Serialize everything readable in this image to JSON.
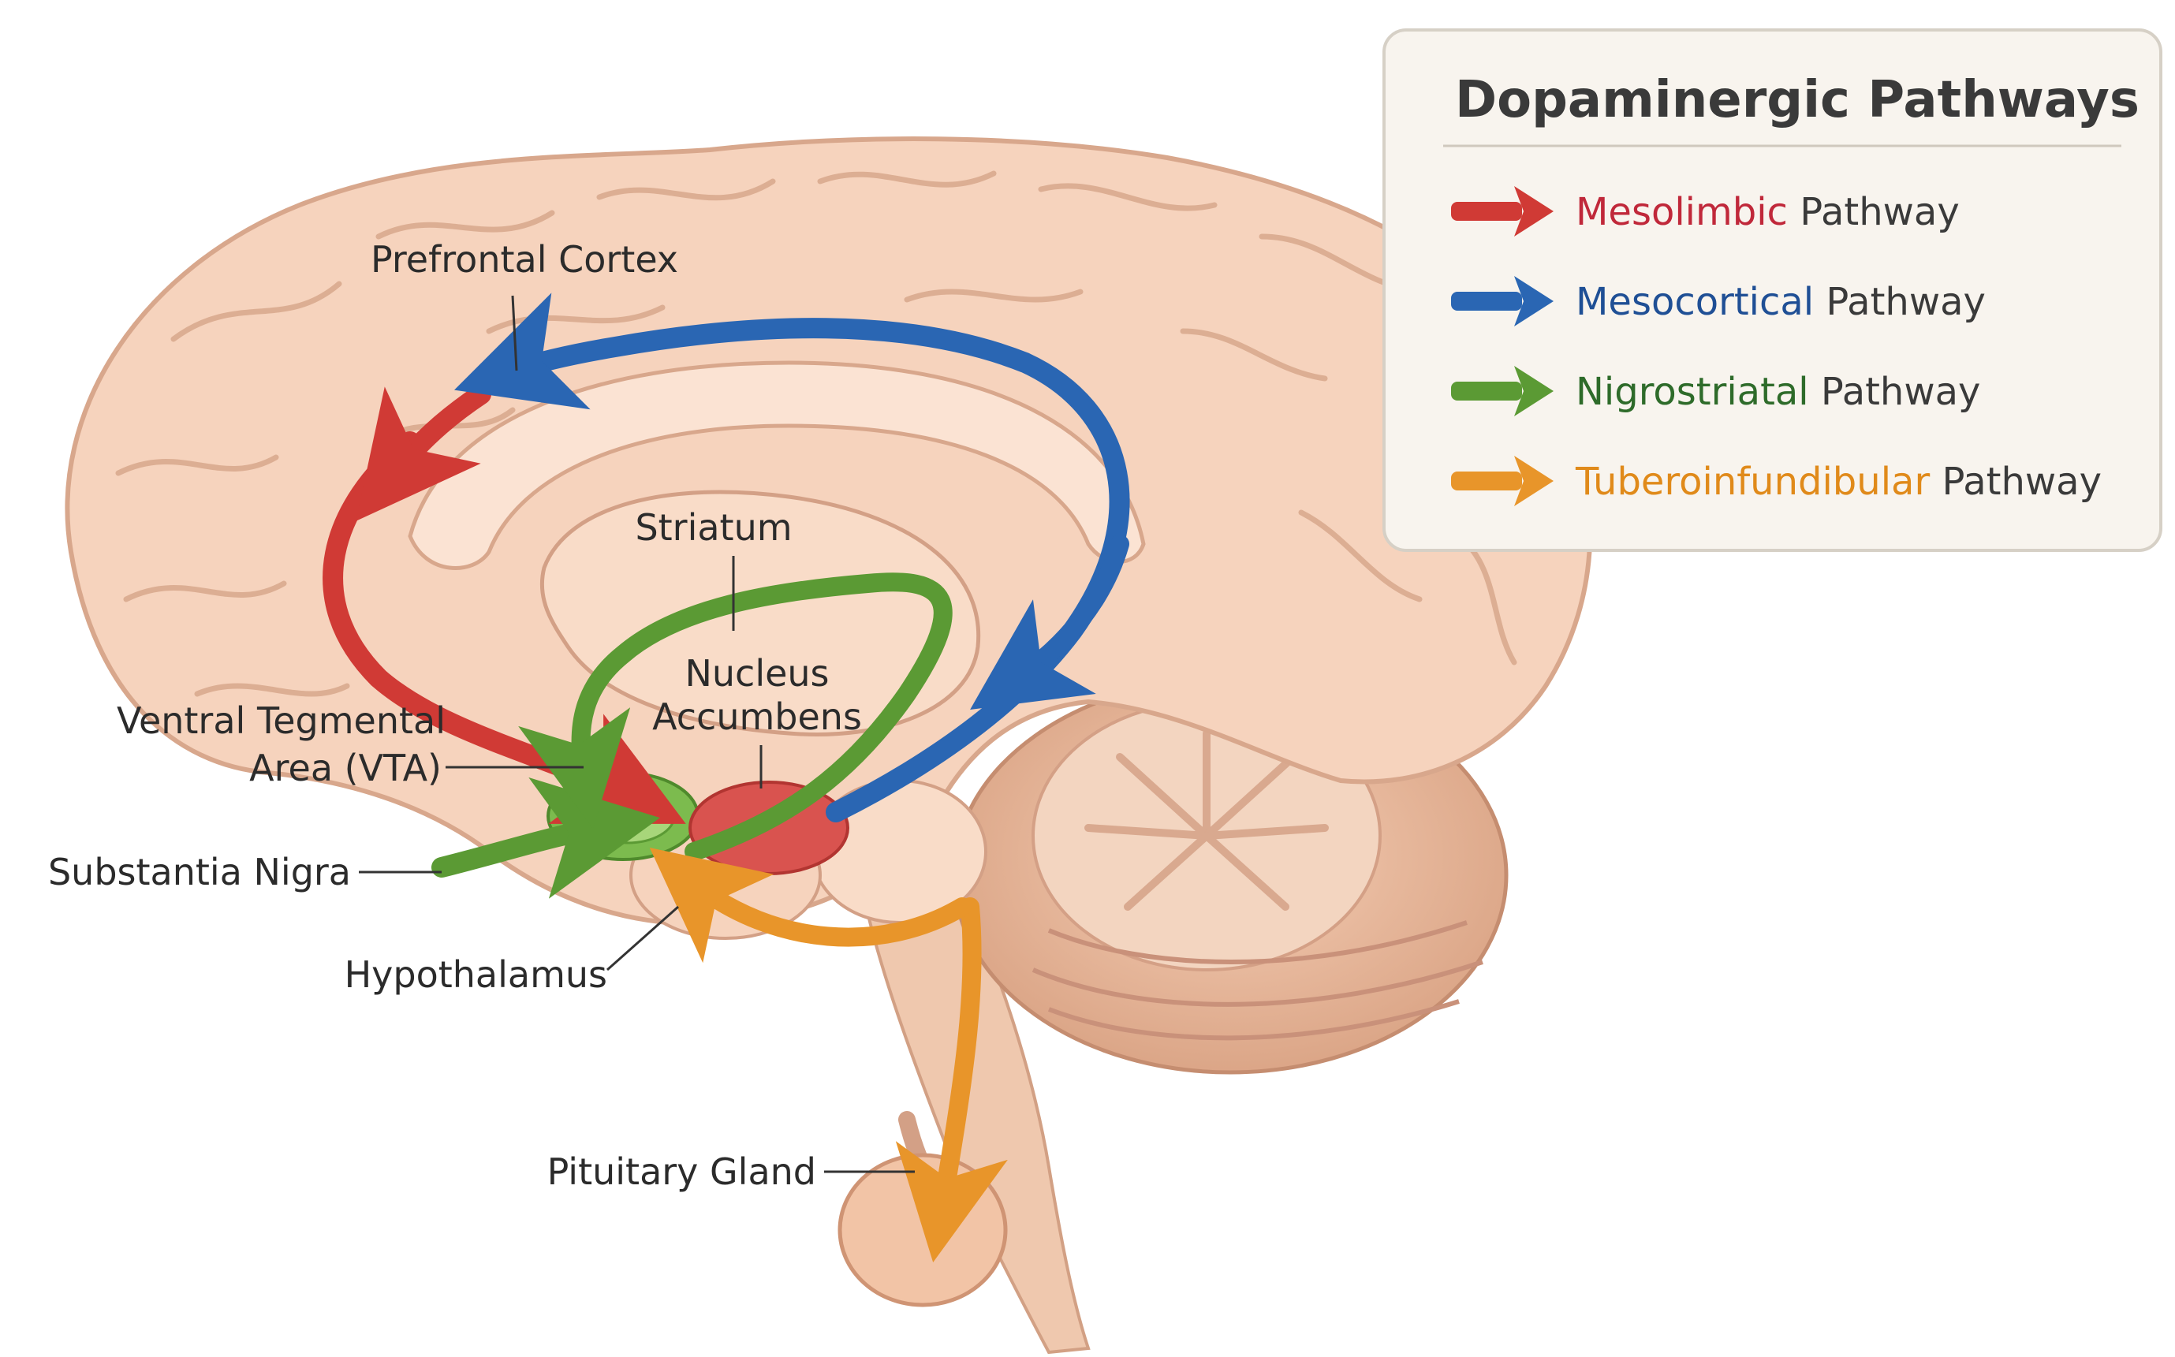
{
  "legend": {
    "title": "Dopaminergic Pathways",
    "suffix": "Pathway",
    "items": [
      {
        "name": "Mesolimbic",
        "color": "#d03a35"
      },
      {
        "name": "Mesocortical",
        "color": "#2a66b3"
      },
      {
        "name": "Nigrostriatal",
        "color": "#5b9a34"
      },
      {
        "name": "Tuberoinfundibular",
        "color": "#e8952a"
      }
    ],
    "name_colors": [
      "#c0283a",
      "#1f4f95",
      "#2e6b2a",
      "#e08a1a"
    ]
  },
  "labels": {
    "prefrontal_cortex": "Prefrontal Cortex",
    "striatum": "Striatum",
    "nucleus": "Nucleus",
    "accumbens": "Accumbens",
    "vta_line1": "Ventral Tegmental",
    "vta_line2": "Area (VTA)",
    "substantia_nigra": "Substantia Nigra",
    "hypothalamus": "Hypothalamus",
    "pituitary_gland": "Pituitary Gland"
  },
  "colors": {
    "brain_fill": "#f6d3bd",
    "brain_stroke": "#d8a78c",
    "cerebellum_fill": "#e8b89b",
    "mesolimbic": "#d03a35",
    "mesocortical": "#2a66b3",
    "nigrostriatal": "#5b9a34",
    "tuberoinfundibular": "#e8952a"
  }
}
